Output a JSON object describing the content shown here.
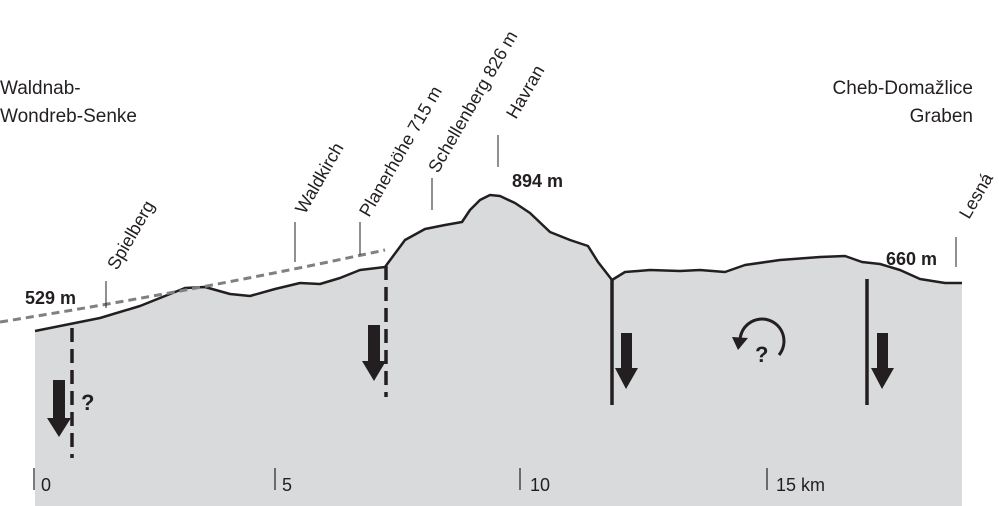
{
  "regions": {
    "left": [
      "Waldnab-",
      "Wondreb-Senke"
    ],
    "right": [
      "Cheb-Domažlice",
      "Graben"
    ]
  },
  "places": {
    "spielberg": "Spielberg",
    "waldkirch": "Waldkirch",
    "planerhoehe": "Planerhöhe 715 m",
    "schellenberg": "Schellenberg 826 m",
    "havran": "Havran",
    "lesna": "Lesná"
  },
  "elevations": {
    "left": "529 m",
    "peak": "894 m",
    "right": "660 m"
  },
  "axis": {
    "ticks": [
      "0",
      "5",
      "10",
      "15 km"
    ]
  },
  "question_mark": "?",
  "colors": {
    "terrain_fill": "#d9dadb",
    "line": "#231f20",
    "dashed_curve": "#808080"
  }
}
